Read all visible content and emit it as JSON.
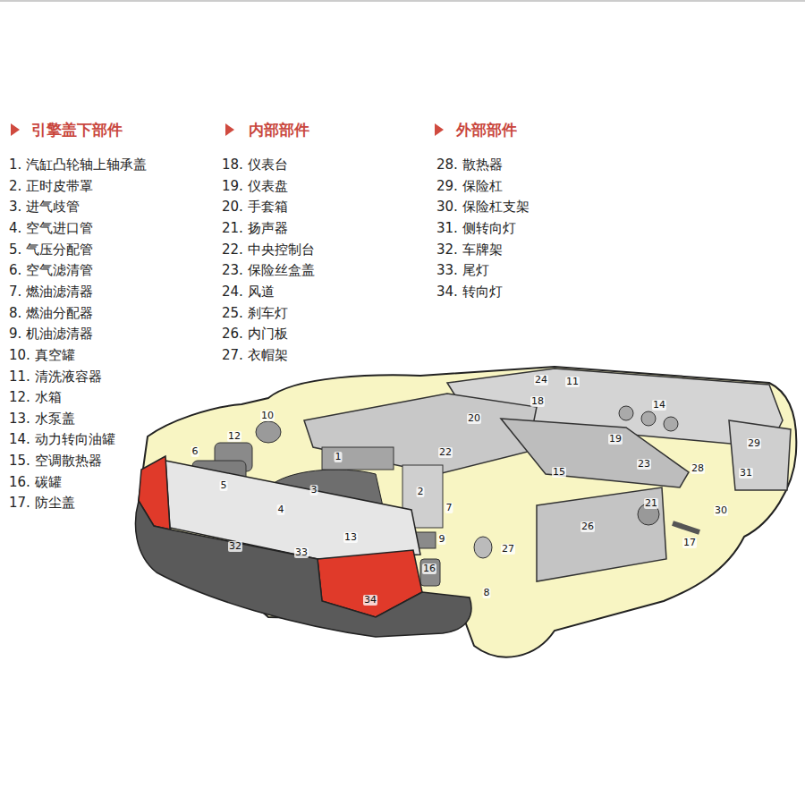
{
  "diagram": {
    "labels": [
      "引擎盖下部件",
      "1. 汽缸凸轮轴上轴承盖",
      "2. 正时皮带罩",
      "3. 进气歧管",
      "4. 空气进口管",
      "5. 气压分配管",
      "6. 空气滤清管",
      "7. 燃油滤清器",
      "8. 燃油分配器",
      "9. 机油滤清器",
      "10. 真空罐",
      "11. 清洗液容器",
      "12. 水箱",
      "13. 水泵盖",
      "14. 动力转向油罐",
      "15. 空调散热器",
      "16. 碳罐",
      "17. 防尘盖",
      "内部部件",
      "18. 仪表台",
      "19. 仪表盘",
      "20. 手套箱",
      "21. 扬声器",
      "22. 中央控制台",
      "23. 保险丝盒盖",
      "24. 风道",
      "25. 刹车灯",
      "26. 内门板",
      "27. 衣帽架",
      "外部部件",
      "28. 散热器",
      "29. 保险杠",
      "30. 保险杠支架",
      "31. 侧转向灯",
      "32. 车牌架",
      "33. 尾灯",
      "34. 转向灯",
      "24",
      "11",
      "18",
      "14",
      "10",
      "12",
      "20",
      "19",
      "22",
      "6",
      "1",
      "5",
      "3",
      "2",
      "15",
      "23",
      "28",
      "29",
      "31",
      "4",
      "7",
      "21",
      "30",
      "17",
      "26",
      "13",
      "9",
      "27",
      "32",
      "33",
      "16",
      "8",
      "34"
    ]
  }
}
